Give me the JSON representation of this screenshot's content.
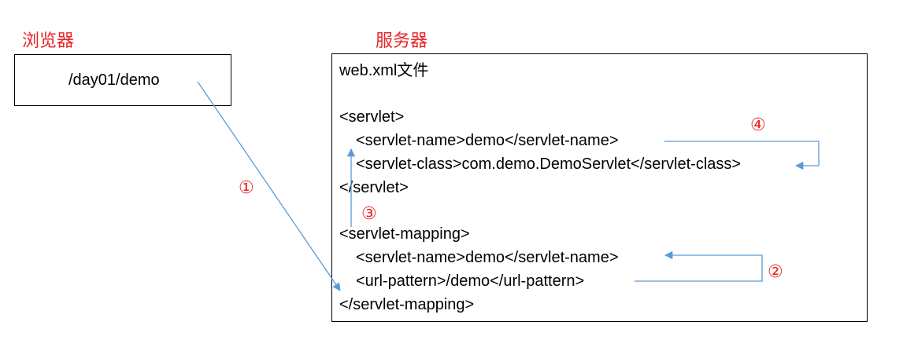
{
  "browser": {
    "title": "浏览器",
    "url": "/day01/demo"
  },
  "server": {
    "title": "服务器",
    "file_label": "web.xml文件",
    "lines": {
      "servlet_open": "<servlet>",
      "servlet_name": "<servlet-name>demo</servlet-name>",
      "servlet_class": "<servlet-class>com.demo.DemoServlet</servlet-class>",
      "servlet_close": "</servlet>",
      "mapping_open": "<servlet-mapping>",
      "mapping_name": "<servlet-name>demo</servlet-name>",
      "url_pattern": "<url-pattern>/demo</url-pattern>",
      "mapping_close": "</servlet-mapping>"
    }
  },
  "steps": {
    "step1": "①",
    "step2": "②",
    "step3": "③",
    "step4": "④"
  },
  "colors": {
    "label": "#e8262a",
    "arrow": "#5b9bd5"
  }
}
